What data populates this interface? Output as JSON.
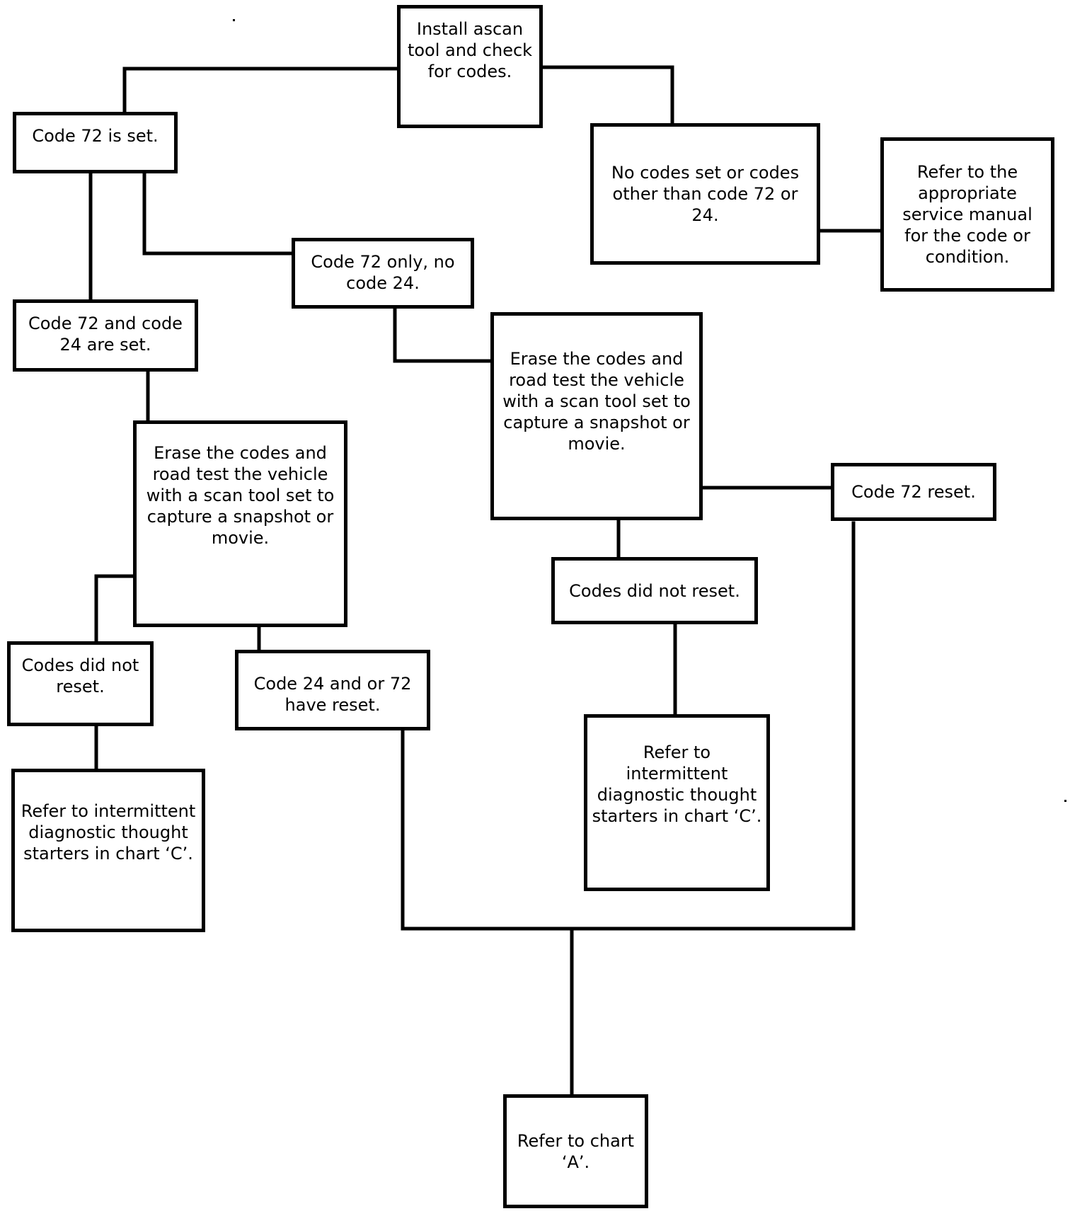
{
  "flowchart": {
    "start": "Install ascan tool and check for codes.",
    "code72_set": "Code 72 is set.",
    "no_codes": "No codes set or codes other than code 72 or 24.",
    "refer_service_manual": "Refer to the appropriate service manual for the code or condition.",
    "code72_only": "Code 72 only, no code 24.",
    "code72_and_24": "Code 72 and code 24 are set.",
    "erase_right": "Erase the codes and road test the vehicle with a scan tool set to capture a snapshot or movie.",
    "erase_left": "Erase the codes and road test the vehicle with a scan tool set to capture a snapshot or movie.",
    "code72_reset": "Code 72 reset.",
    "codes_did_not_reset_right": "Codes did not reset.",
    "codes_did_not_reset_left": "Codes did not reset.",
    "code24_or_72_reset": "Code 24 and  or 72 have reset.",
    "refer_chart_c_right": "Refer to intermittent diagnostic thought starters in chart ‘C’.",
    "refer_chart_c_left": "Refer to intermittent diagnostic thought starters in chart ‘C’.",
    "refer_chart_a": "Refer to chart ‘A’."
  }
}
